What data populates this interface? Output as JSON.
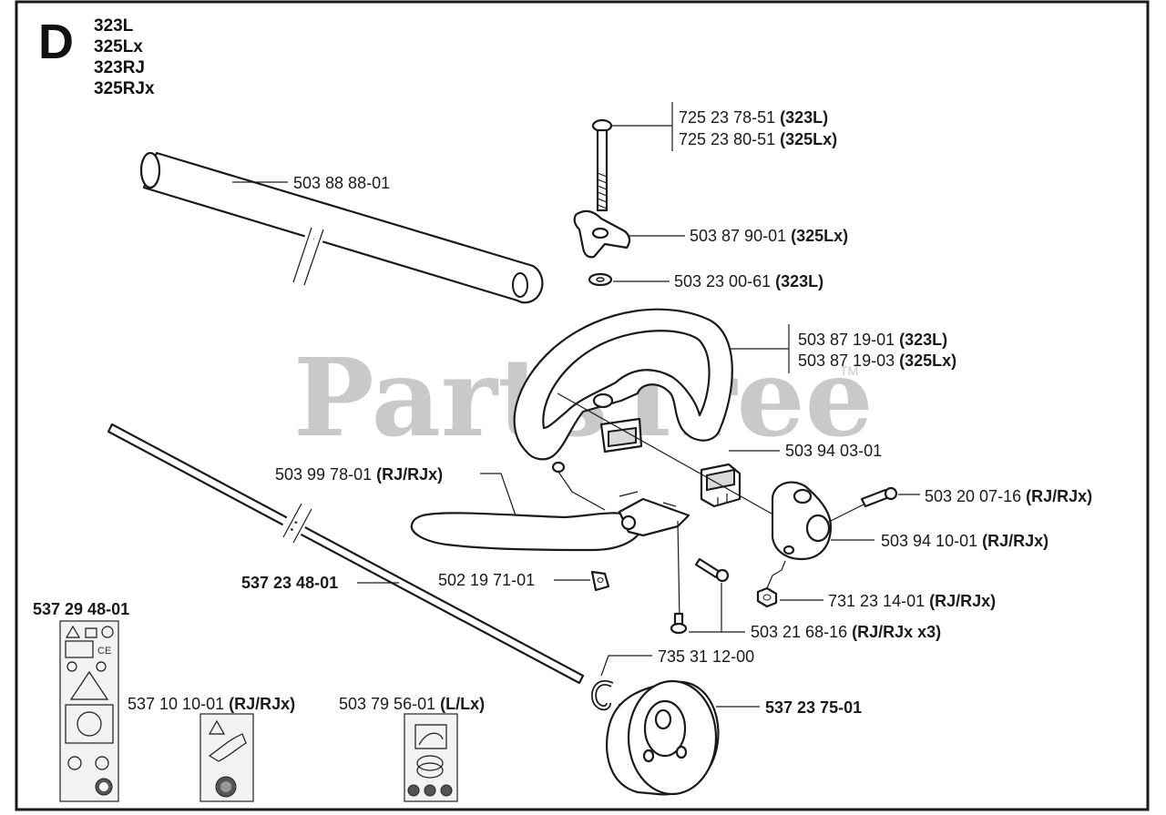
{
  "section": "D",
  "models": [
    "323L",
    "325Lx",
    "323RJ",
    "325RJx"
  ],
  "watermark": "PartsTree",
  "watermark_tm": "TM",
  "labels": {
    "bolt_323L": {
      "number": "725 23 78-51",
      "variant": "(323L)"
    },
    "bolt_325Lx": {
      "number": "725 23 80-51",
      "variant": "(325Lx)"
    },
    "tube": {
      "number": "503 88 88-01",
      "variant": ""
    },
    "wing_knob": {
      "number": "503 87 90-01",
      "variant": "(325Lx)"
    },
    "washer": {
      "number": "503 23 00-61",
      "variant": "(323L)"
    },
    "handle_323L": {
      "number": "503 87 19-01",
      "variant": "(323L)"
    },
    "handle_325Lx": {
      "number": "503 87 19-03",
      "variant": "(325Lx)"
    },
    "clamp": {
      "number": "503 94 03-01",
      "variant": ""
    },
    "handle_rj": {
      "number": "503 99 78-01",
      "variant": "(RJ/RJx)"
    },
    "screw_top": {
      "number": "503 20 07-16",
      "variant": "(RJ/RJx)"
    },
    "bracket": {
      "number": "503 94 10-01",
      "variant": "(RJ/RJx)"
    },
    "nut": {
      "number": "731 23 14-01",
      "variant": "(RJ/RJx)"
    },
    "square_nut": {
      "number": "502 19 71-01",
      "variant": ""
    },
    "shaft": {
      "number": "537 23 48-01",
      "variant": ""
    },
    "screws": {
      "number": "503 21 68-16",
      "variant": "(RJ/RJx x3)"
    },
    "circlip": {
      "number": "735 31 12-00",
      "variant": ""
    },
    "drum": {
      "number": "537 23 75-01",
      "variant": ""
    },
    "decal_main": {
      "number": "537 29 48-01",
      "variant": ""
    },
    "decal_rj": {
      "number": "537 10 10-01",
      "variant": "(RJ/RJx)"
    },
    "decal_l": {
      "number": "503 79 56-01",
      "variant": "(L/Lx)"
    }
  },
  "decal_text": {
    "ce": "CE"
  }
}
